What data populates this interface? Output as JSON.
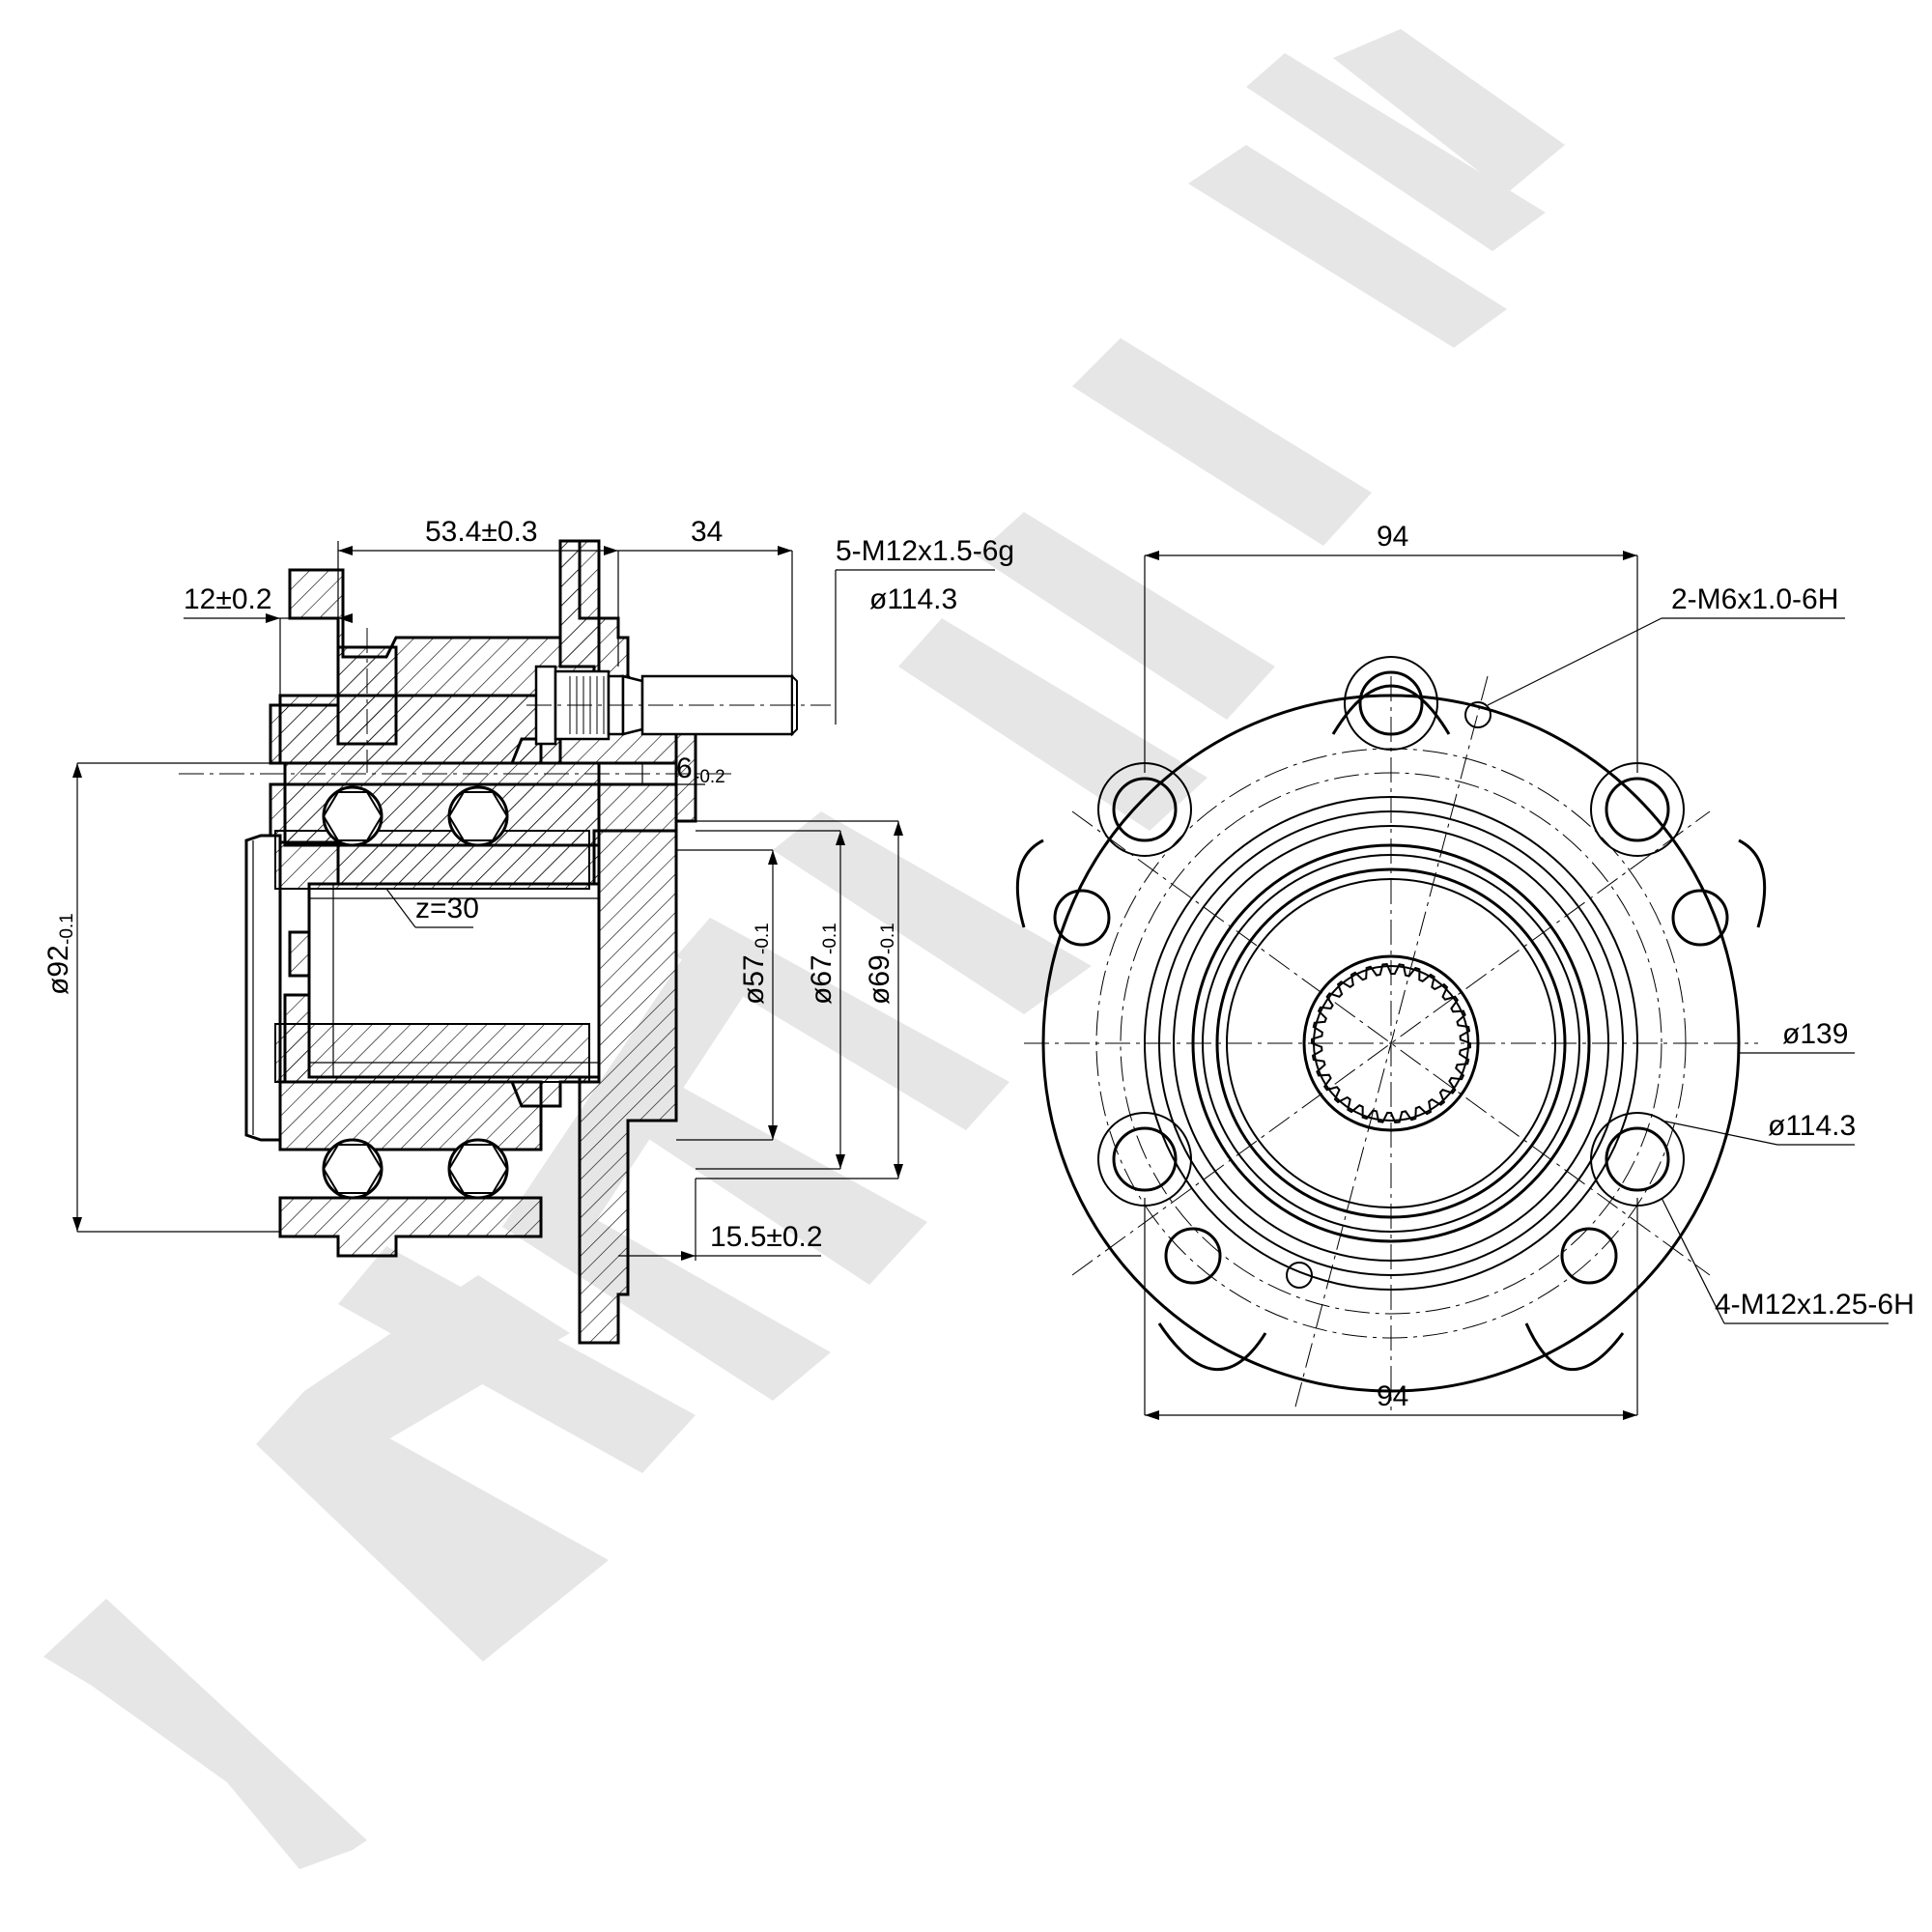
{
  "watermark": {
    "text": "ZENNEK",
    "color": "#e6e6e6"
  },
  "side_view": {
    "dims": {
      "d12": "12±0.2",
      "d53": "53.4±0.3",
      "d34": "34",
      "stud_thread": "5-M12x1.5-6g",
      "stud_pcd": "ø114.3",
      "d6": "6",
      "d6_tol": "-0.2",
      "spline": "z=30",
      "d92": "ø92",
      "d92_tol": "-0.1",
      "d57": "ø57",
      "d57_tol": "-0.1",
      "d67": "ø67",
      "d67_tol": "-0.1",
      "d69": "ø69",
      "d69_tol": "-0.1",
      "d15": "15.5±0.2"
    }
  },
  "front_view": {
    "dims": {
      "top_width": "94",
      "bottom_width": "94",
      "m6": "2-M6x1.0-6H",
      "d139": "ø139",
      "d1143": "ø114.3",
      "m12": "4-M12x1.25-6H"
    }
  }
}
